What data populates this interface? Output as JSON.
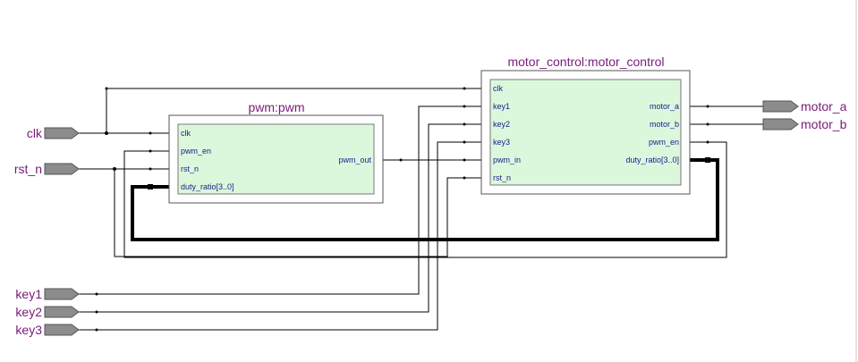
{
  "inputs": {
    "clk": "clk",
    "rst_n": "rst_n",
    "key1": "key1",
    "key2": "key2",
    "key3": "key3"
  },
  "outputs": {
    "motor_a": "motor_a",
    "motor_b": "motor_b"
  },
  "pwm_block": {
    "title": "pwm:pwm",
    "ports_in": [
      "clk",
      "pwm_en",
      "rst_n",
      "duty_ratio[3..0]"
    ],
    "ports_out": [
      "pwm_out"
    ]
  },
  "motor_block": {
    "title": "motor_control:motor_control",
    "ports_in": [
      "clk",
      "key1",
      "key2",
      "key3",
      "pwm_in",
      "rst_n"
    ],
    "ports_out": [
      "motor_a",
      "motor_b",
      "pwm_en",
      "duty_ratio[3..0]"
    ]
  },
  "colors": {
    "pin_label": "#7a1a7a",
    "port_label": "#1a1a8c",
    "block_fill": "#dcf8dc",
    "pin_fill": "#8c8c8c"
  }
}
